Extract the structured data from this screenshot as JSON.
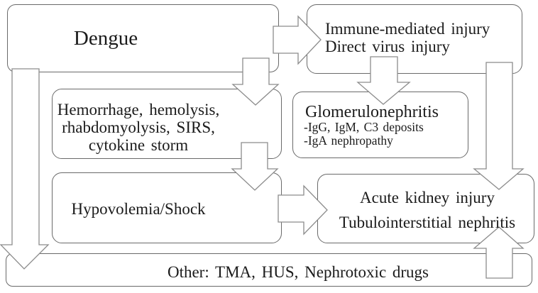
{
  "colors": {
    "background": "#ffffff",
    "box_border": "#6a6a6a",
    "arrow_outline": "#8c8c8c",
    "text": "#1b1b1b"
  },
  "boxes": {
    "dengue": {
      "label": "Dengue"
    },
    "immune_injury": {
      "line1": "Immune-mediated injury",
      "line2": "Direct virus injury"
    },
    "hemorrhage": {
      "line1": "Hemorrhage, hemolysis,",
      "line2": "rhabdomyolysis, SIRS,",
      "line3": "cytokine storm"
    },
    "glomerulonephritis": {
      "title": "Glomerulonephritis",
      "detail1": "-IgG, IgM, C3 deposits",
      "detail2": "-IgA nephropathy"
    },
    "hypovolemia": {
      "label": "Hypovolemia/Shock"
    },
    "acute_kidney_injury": {
      "line1": "Acute kidney injury",
      "line2": "Tubulointerstitial nephritis"
    },
    "other": {
      "label": "Other: TMA, HUS, Nephrotoxic drugs"
    }
  },
  "arrows": {
    "dengue_to_immune_injury": "block-arrow-right",
    "dengue_to_hemorrhage": "block-arrow-down",
    "immune_injury_to_glomerulonephritis": "block-arrow-down",
    "immune_injury_to_acute_kidney_injury": "block-arrow-down-long",
    "hemorrhage_to_hypovolemia": "block-arrow-down",
    "hypovolemia_to_acute_kidney_injury": "block-arrow-right",
    "other_to_acute_kidney_injury": "block-arrow-up",
    "dengue_to_other": "block-arrow-down-long"
  }
}
